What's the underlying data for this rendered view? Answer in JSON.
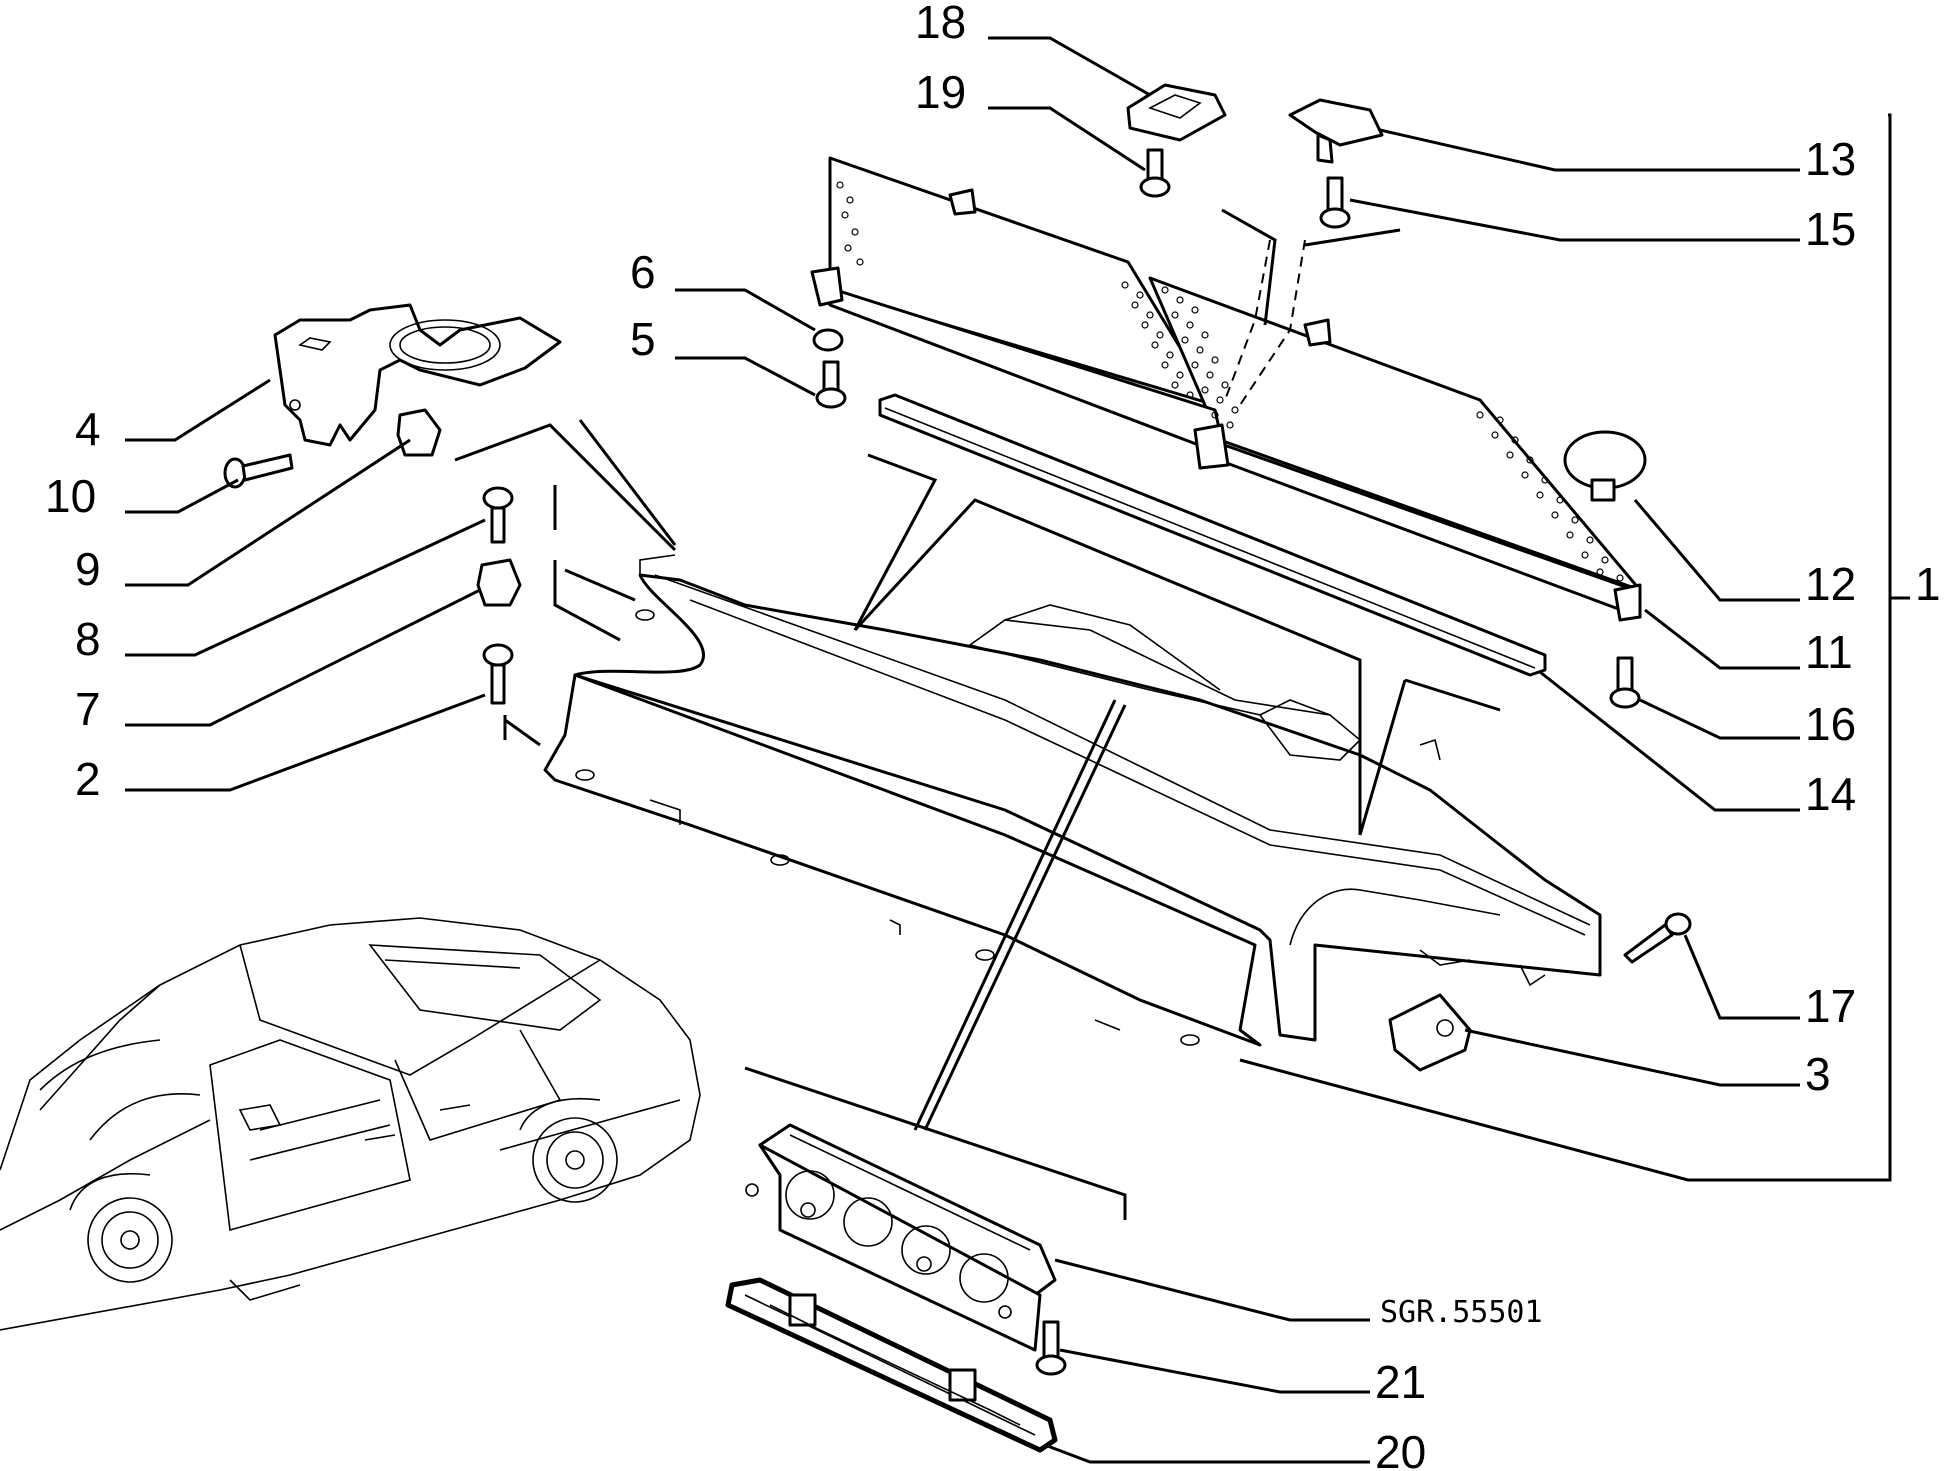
{
  "labels": {
    "l1": "1",
    "l2": "2",
    "l3": "3",
    "l4": "4",
    "l5": "5",
    "l6": "6",
    "l7": "7",
    "l8": "8",
    "l9": "9",
    "l10": "10",
    "l11": "11",
    "l12": "12",
    "l13": "13",
    "l14": "14",
    "l15": "15",
    "l16": "16",
    "l17": "17",
    "l18": "18",
    "l19": "19",
    "l20": "20",
    "l21": "21"
  },
  "drawing_code": "SGR.55501"
}
